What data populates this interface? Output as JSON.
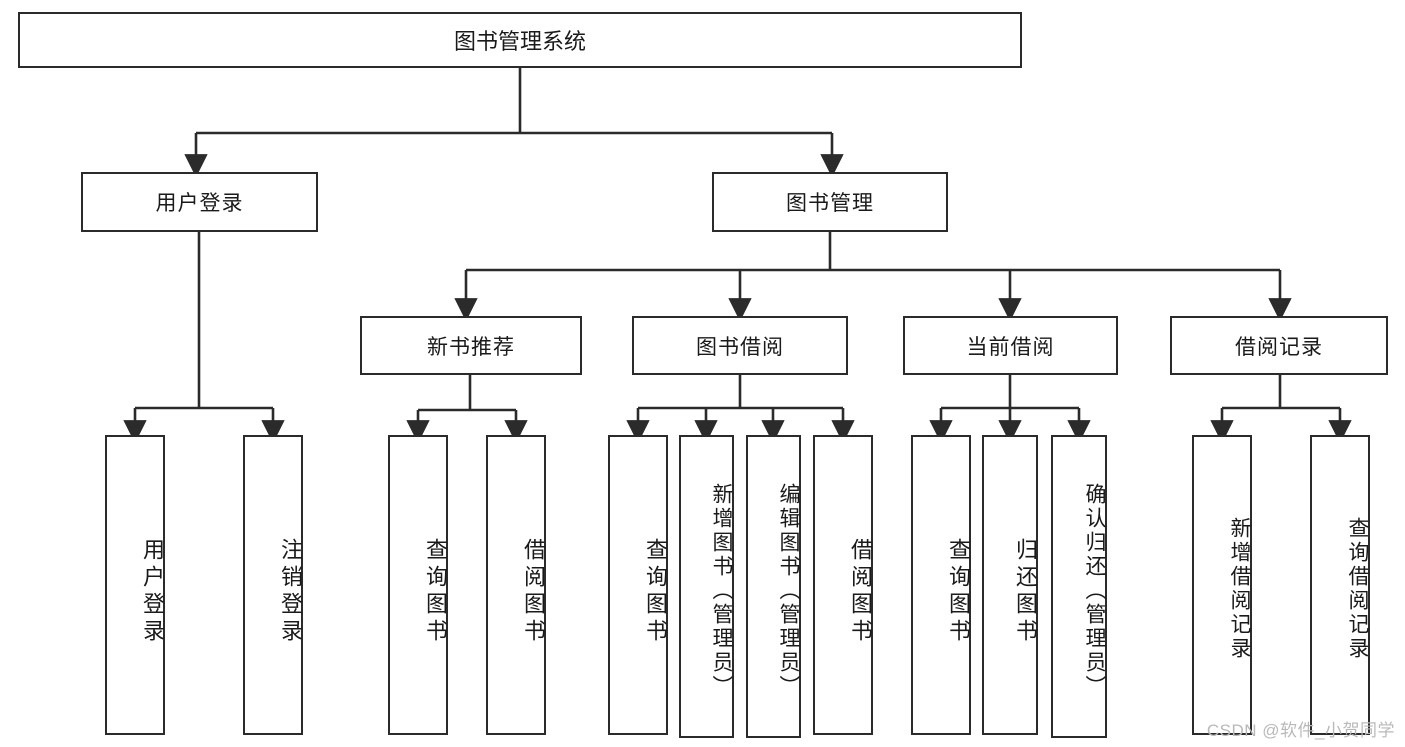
{
  "diagram": {
    "title_node": {
      "label": "图书管理系统"
    },
    "level2": [
      {
        "id": "user-login",
        "label": "用户登录"
      },
      {
        "id": "book-management",
        "label": "图书管理"
      }
    ],
    "level3": [
      {
        "id": "new-book-recommend",
        "label": "新书推荐"
      },
      {
        "id": "book-borrow",
        "label": "图书借阅"
      },
      {
        "id": "current-borrow",
        "label": "当前借阅"
      },
      {
        "id": "borrow-record",
        "label": "借阅记录"
      }
    ],
    "leaves": {
      "user_login": [
        {
          "id": "leaf-user-login",
          "label": "用户登录"
        },
        {
          "id": "leaf-logout-login",
          "label": "注销登录"
        }
      ],
      "new_book_recommend": [
        {
          "id": "leaf-query-book-1",
          "label": "查询图书"
        },
        {
          "id": "leaf-borrow-book-1",
          "label": "借阅图书"
        }
      ],
      "book_borrow": [
        {
          "id": "leaf-query-book-2",
          "label": "查询图书"
        },
        {
          "id": "leaf-add-book",
          "label": "新增图书（管理员）"
        },
        {
          "id": "leaf-edit-book",
          "label": "编辑图书（管理员）"
        },
        {
          "id": "leaf-borrow-book-2",
          "label": "借阅图书"
        }
      ],
      "current_borrow": [
        {
          "id": "leaf-query-book-3",
          "label": "查询图书"
        },
        {
          "id": "leaf-return-book",
          "label": "归还图书"
        },
        {
          "id": "leaf-confirm-return",
          "label": "确认归还（管理员）"
        }
      ],
      "borrow_record": [
        {
          "id": "leaf-add-borrow-record",
          "label": "新增借阅记录"
        },
        {
          "id": "leaf-query-borrow-record",
          "label": "查询借阅记录"
        }
      ]
    }
  },
  "watermark": {
    "text": "CSDN @软件_小贺同学"
  },
  "colors": {
    "border": "#2b2b2b",
    "background": "#ffffff",
    "text": "#1a1a1a",
    "watermark": "#b9b9b9"
  }
}
